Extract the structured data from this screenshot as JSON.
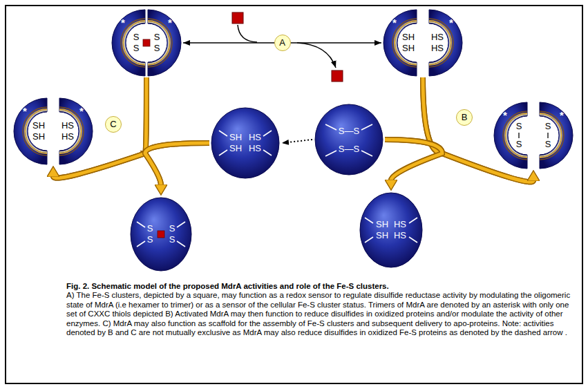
{
  "diagram": {
    "title": "Fig. 2. Schematic model of the proposed MdrA activities and role of the Fe-S clusters.",
    "caption": "A) The Fe-S clusters, depicted by a square, may function as a redox sensor to regulate disulfide reductase activity by modulating the oligomeric state of MdrA (i.e hexamer to trimer) or as a sensor of the cellular Fe-S cluster status. Trimers of MdrA are denoted by an asterisk with only one set of CXXC thiols depicted B) Activated MdrA may then function to reduce disulfides in oxidized proteins and/or modulate the activity of other enzymes. C) MdrA may also function as scaffold for the assembly of Fe-S clusters and subsequent delivery to apo-proteins. Note: activities denoted by B and C are not mutually exclusive as MdrA may also reduce disulfides in oxidized Fe-S proteins as denoted by the dashed arrow .",
    "nodes": [
      {
        "text": [
          "*",
          "*",
          "S S",
          "S S"
        ]
      },
      {
        "text": [
          "*",
          "*",
          "SH SH",
          "HS HS"
        ]
      },
      {
        "text": [
          "*",
          "*",
          "SH SH",
          "HS HS"
        ]
      },
      {
        "text": [
          "SH SH",
          "HS HS"
        ]
      },
      {
        "text": [
          "S—S",
          "S—S"
        ]
      },
      {
        "text": [
          "*",
          "*",
          "S S",
          "S S"
        ]
      },
      {
        "text": [
          "S S",
          "S S"
        ]
      },
      {
        "text": [
          "SH SH",
          "HS HS"
        ]
      }
    ],
    "edges": [
      {
        "from": 0,
        "to": 1,
        "arrow": "both",
        "label": "A"
      },
      {
        "from": 0,
        "to": 2,
        "arrow": "to"
      },
      {
        "from": 0,
        "to": 6,
        "arrow": "to"
      },
      {
        "from": 3,
        "to": 2,
        "arrow": "to"
      },
      {
        "from": 3,
        "to": 6,
        "arrow": "to"
      },
      {
        "from": 1,
        "to": 5,
        "arrow": "to"
      },
      {
        "from": 1,
        "to": 7,
        "arrow": "to"
      },
      {
        "from": 4,
        "to": 5,
        "arrow": "to"
      },
      {
        "from": 4,
        "to": 7,
        "arrow": "to"
      },
      {
        "from": 4,
        "to": 3,
        "arrow": "to"
      }
    ],
    "labels": [
      "B",
      "C"
    ]
  }
}
